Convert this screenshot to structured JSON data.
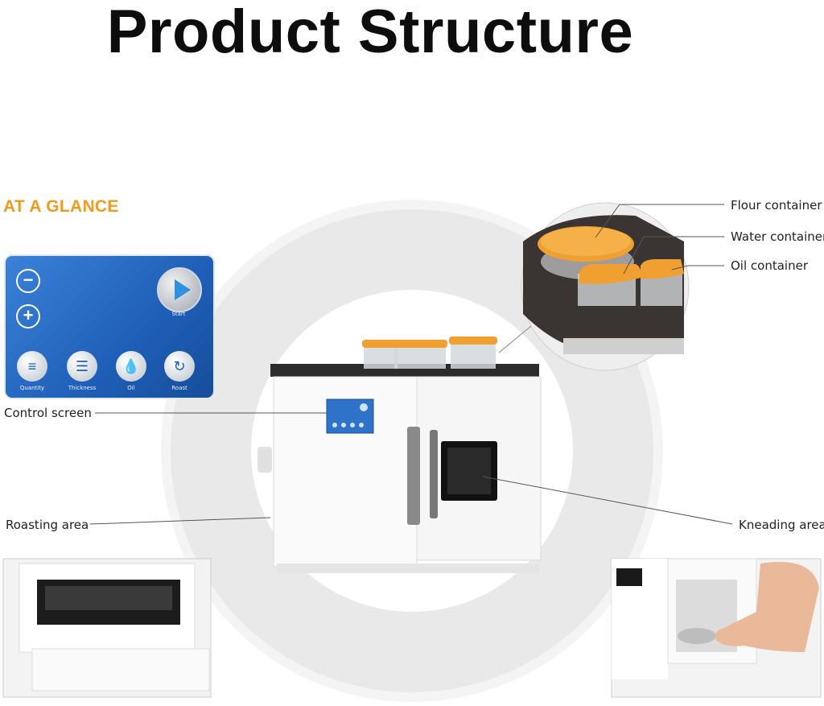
{
  "title": "Product Structure",
  "section_heading": "AT A GLANCE",
  "control_panel": {
    "buttons": {
      "start": "Start",
      "quantity": "Quantity",
      "thickness": "Thickness",
      "oil": "Oil",
      "roast": "Roast"
    }
  },
  "callouts": {
    "flour_container": "Flour container",
    "water_container": "Water container",
    "oil_container": "Oil container",
    "control_screen": "Control screen",
    "roasting_area": "Roasting area",
    "kneading_area": "Kneading area"
  },
  "colors": {
    "heading_orange": "#f29a1d",
    "panel_blue": "#1f5fb8",
    "container_lid": "#f0a030",
    "backdrop_grey": "#ededed"
  }
}
